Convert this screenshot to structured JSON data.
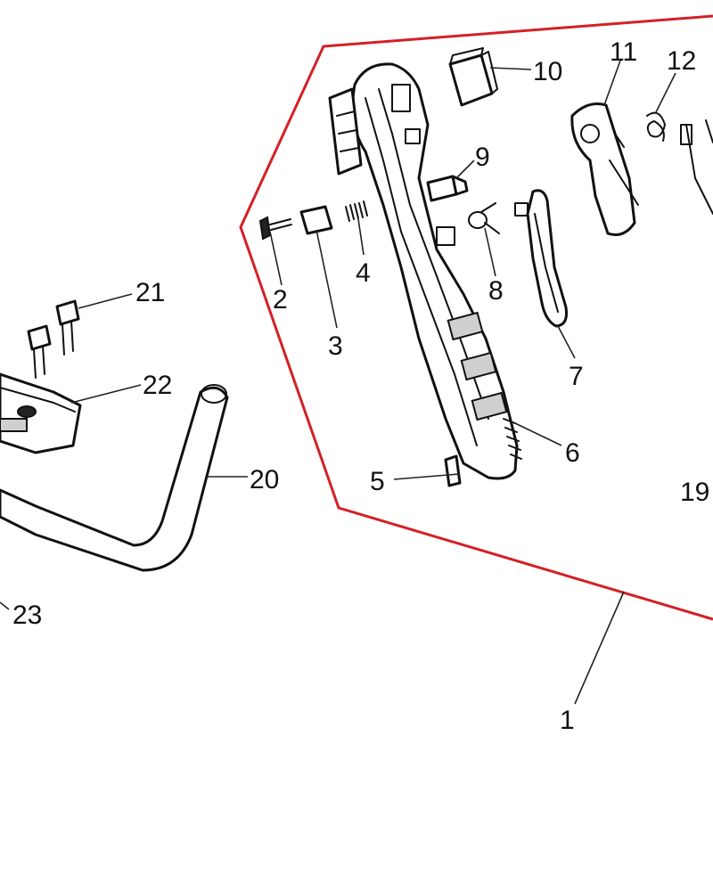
{
  "diagram": {
    "boundary_color": "#d42026",
    "line_color": "#111111",
    "callouts": {
      "c1": "1",
      "c2": "2",
      "c3": "3",
      "c4": "4",
      "c5": "5",
      "c6": "6",
      "c7": "7",
      "c8": "8",
      "c9": "9",
      "c10": "10",
      "c11": "11",
      "c12": "12",
      "c19": "19",
      "c20": "20",
      "c21": "21",
      "c22": "22",
      "c23": "23"
    }
  }
}
